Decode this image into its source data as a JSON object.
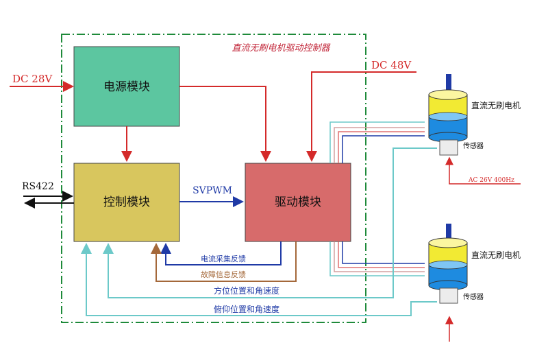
{
  "diagram": {
    "title": "直流无刷电机驱动控制器",
    "power_module": "电源模块",
    "control_module": "控制模块",
    "drive_module": "驱动模块",
    "input_dc28": "DC 28V",
    "input_dc48": "DC 48V",
    "rs422": "RS422",
    "svpwm": "SVPWM",
    "motor1_label": "直流无刷电机",
    "motor2_label": "直流无刷电机",
    "sensor1_label": "传感器",
    "sensor2_label": "传感器",
    "ac_input": "AC 26V 400Hz",
    "fb_current": "电流采集反馈",
    "fb_fault": "故障信息反馈",
    "fb_azimuth": "方位位置和角速度",
    "fb_pitch": "俯仰位置和角速度"
  },
  "colors": {
    "power_fill": "#5cc6a0",
    "control_fill": "#d8c65e",
    "drive_fill": "#d76b6b",
    "power_arrow": "#d42a2a",
    "signal_blue": "#1f3aa6",
    "fault_brown": "#a4683a",
    "cyan_feedback": "#6cc9c9",
    "dash_green": "#1e8a3a"
  }
}
